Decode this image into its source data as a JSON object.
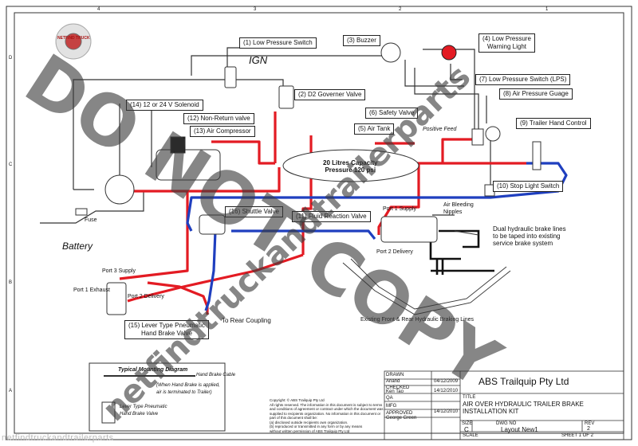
{
  "labels": {
    "low_pressure_switch": "(1) Low Pressure Switch",
    "d2_governer_valve": "(2) D2 Governer Valve",
    "buzzer": "(3) Buzzer",
    "low_pressure_warning_light": "(4) Low Pressure\nWarning Light",
    "air_tank": "(5) Air Tank",
    "safety_valve": "(6) Safety Valve",
    "low_pressure_switch_lps": "(7) Low Pressure Switch (LPS)",
    "air_pressure_guage": "(8) Air Pressure Guage",
    "trailer_hand_control": "(9) Trailer Hand Control",
    "stop_light_switch": "(10) Stop Light Switch",
    "fluid_reaction_valve": "(11) Fluid Reaction Valve",
    "non_return_valve": "(12) Non-Return valve",
    "air_compressor": "(13) Air Compressor",
    "solenoid": "(14) 12 or 24 V Solenoid",
    "lever_hand_brake_valve": "(15) Lever Type Pneumatic\nHand Brake Valve",
    "shuttle_valve": "(16) Shuttle Valve"
  },
  "notes": {
    "ign": "IGN",
    "battery": "Battery",
    "fuse": "Fuse",
    "tank_capacity": "20 Litres Capacity\nPressure 120 psi",
    "positive_feed": "Positive Feed",
    "port1_supply_top": "Port 1 Supply",
    "port2_delivery_top": "Port 2 Delivery",
    "air_bleeding_nipples": "Air Bleeding\nNipples",
    "dual_lines": "Dual hydraulic brake lines\nto be taped into existing\nservice brake system",
    "port3_supply": "Port 3 Supply",
    "port1_exhaust": "Port 1 Exhaust",
    "port2_delivery": "Port 2 Delivery",
    "rear_coupling": "To Rear Coupling",
    "existing_lines": "Existing Front & Rear Hydraulic Braking Lines",
    "mounting_title": "Typical Mounting Diagram",
    "hand_brake_cable": "Hand Brake Cable",
    "hand_brake_note": "(When Hand Brake is applied,\nair is terminated to Trailer)",
    "lever_valve": "Lever Type Pneumatic\nHand Brake Valve",
    "copyright": "Copyright: © ABS Trailquip Pty Ltd\nAll rights reserved. The information in this document is subject to terms\nand conditions of agreement or contract under which the document was\nsupplied to recipients organization. No information in this document or\npart of this document shall be:\n(a) disclosed outside recipients own organization.\n(b) reproduced or transmitted in any form or by any means\nwithout written permission of ABS Trailquip Pty Ltd"
  },
  "title_block": {
    "company": "ABS Trailquip Pty Ltd",
    "drawn_label": "DRAWN",
    "drawn_by": "Anand",
    "drawn_date": "04/12/2009",
    "checked_label": "CHECKED",
    "checked_by": "Ken Tao",
    "checked_date": "14/12/2010",
    "qa_label": "QA",
    "mfg_label": "MFG",
    "approved_label": "APPROVED",
    "approved_by": "George Green",
    "approved_date": "14/12/2010",
    "title_label": "TITLE",
    "title": "AIR OVER HYDRAULIC TRAILER BRAKE\nINSTALLATION KIT",
    "size_label": "SIZE",
    "size": "C",
    "dwg_label": "DWG NO",
    "dwg_no": "Layout New1",
    "rev_label": "REV",
    "rev": "2",
    "scale_label": "SCALE",
    "sheet": "SHEET 1  OF  2"
  },
  "watermark": {
    "line1": "DO NOT COPY",
    "line2": "netfindtruckandtrailerparts",
    "bottom": "netfindtruckandtrailerparts",
    "logo_text": "NETFIND TRUCK"
  },
  "frame": {
    "col_marks": [
      "4",
      "3",
      "2",
      "1"
    ],
    "row_marks": [
      "D",
      "C",
      "B",
      "A"
    ]
  },
  "colors": {
    "air_line": "#e31b23",
    "hydraulic_line": "#1f3fbf",
    "wire": "#333333",
    "warning_light": "#e31b23"
  }
}
